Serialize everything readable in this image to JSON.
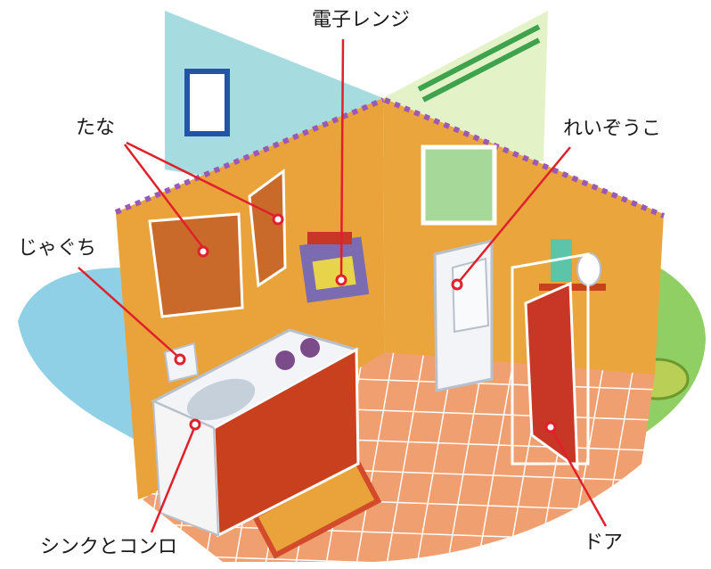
{
  "labels": {
    "microwave": "電子レンジ",
    "shelf": "たな",
    "fridge": "れいぞうこ",
    "faucet": "じゃぐち",
    "sink_stove": "シンクとコンロ",
    "door": "ドア"
  },
  "colors": {
    "leader_line": "#e0202a",
    "wall_orange": "#e9a33a",
    "wall_dark": "#c97a22",
    "floor_tile": "#f0a070",
    "floor_grout": "#ffffff",
    "cabinet_red": "#c8401e",
    "sky_blue": "#8fd0e6",
    "grass_green": "#8fcf63",
    "fridge_white": "#f2f4f7",
    "door_red": "#c83626"
  }
}
